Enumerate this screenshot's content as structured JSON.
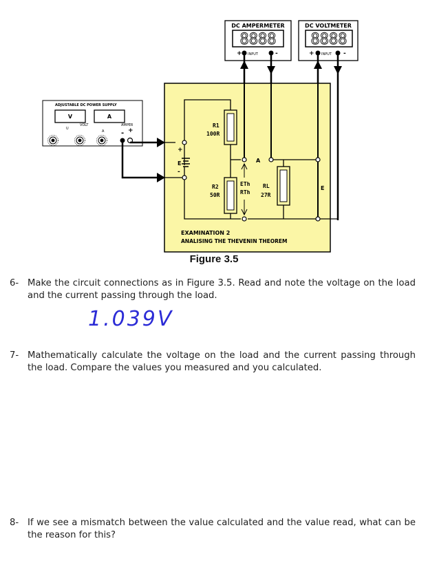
{
  "meters": {
    "ammeter": {
      "title": "DC AMPERMETER",
      "display": "8888",
      "plus": "+",
      "input": "INPUT",
      "minus": "-"
    },
    "voltmeter": {
      "title": "DC VOLTMETER",
      "display": "8888",
      "plus": "+",
      "input": "INPUT",
      "minus": "-"
    }
  },
  "power_supply": {
    "title": "ADJUSTABLE DC POWER SUPPLY",
    "v_label": "V",
    "a_label": "A",
    "volt_label": "VOLT",
    "amper_label": "AMPER",
    "u_label": "U",
    "a_small": "A",
    "minus": "-",
    "plus": "+"
  },
  "circuit": {
    "r1_name": "R1",
    "r1_value": "100R",
    "r2_name": "R2",
    "r2_value": "50R",
    "rl_name": "RL",
    "rl_value": "27R",
    "eth": "ETh",
    "rth": "RTh",
    "node_a": "A",
    "e_left": "E",
    "e_right": "E",
    "source_plus": "+",
    "source_minus": "-",
    "exam_line1": "EXAMINATION 2",
    "exam_line2": "ANALISING THE THEVENIN THEOREM"
  },
  "figure_caption": "Figure 3.5",
  "questions": [
    {
      "num": "6-",
      "text": "Make the circuit connections as in Figure 3.5. Read and note the voltage on the load and the current passing through the load."
    },
    {
      "num": "7-",
      "text": "Mathematically calculate the voltage on the load and the current passing through the load. Compare the values you measured and you calculated."
    },
    {
      "num": "8-",
      "text": "If we see a mismatch between the value calculated and the value read, what can be the reason for this?"
    }
  ],
  "handwritten_answer": "1.039V",
  "colors": {
    "board": "#fbf6a6",
    "pen": "#2b2bd6"
  }
}
